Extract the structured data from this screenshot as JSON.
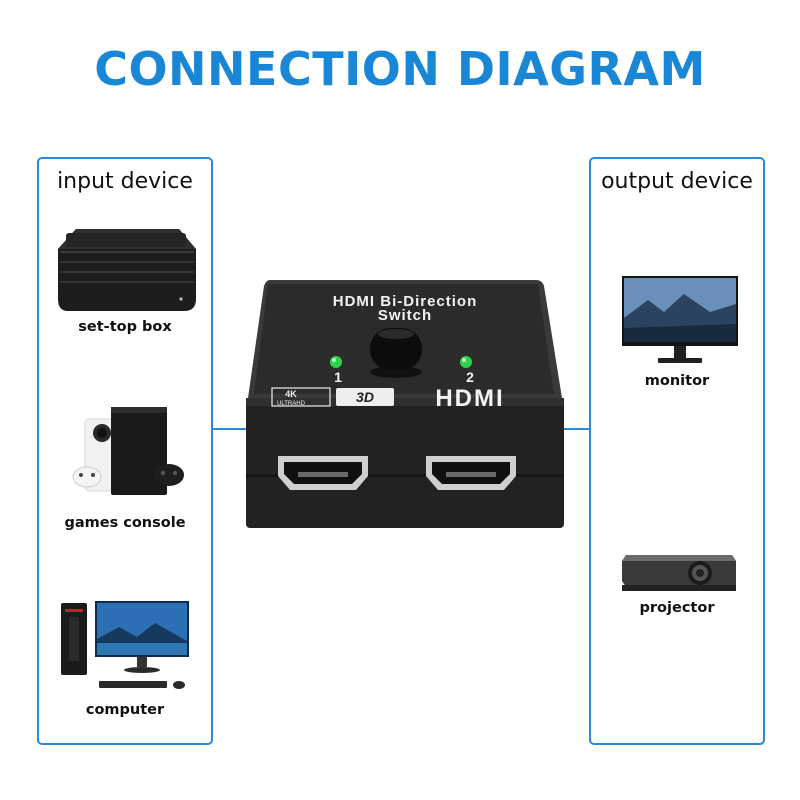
{
  "title": "CONNECTION DIAGRAM",
  "input_panel": {
    "title": "input device",
    "devices": [
      {
        "label": "set-top box",
        "icon": "set-top-box-icon"
      },
      {
        "label": "games console",
        "icon": "games-console-icon"
      },
      {
        "label": "computer",
        "icon": "computer-icon"
      }
    ]
  },
  "output_panel": {
    "title": "output device",
    "devices": [
      {
        "label": "monitor",
        "icon": "monitor-icon"
      },
      {
        "label": "projector",
        "icon": "projector-icon"
      }
    ]
  },
  "switch": {
    "top_label_line1": "HDMI Bi-Direction",
    "top_label_line2": "Switch",
    "port_1": "1",
    "port_2": "2",
    "badge_4k": "4K",
    "badge_ultrahd": "ULTRAHD",
    "badge_3d": "3D",
    "logo": "HDMI",
    "led_color": "#2fd14a"
  },
  "colors": {
    "accent": "#1a86d6",
    "panel_border": "#2b8ad8",
    "device_body": "#2b2b2b"
  }
}
